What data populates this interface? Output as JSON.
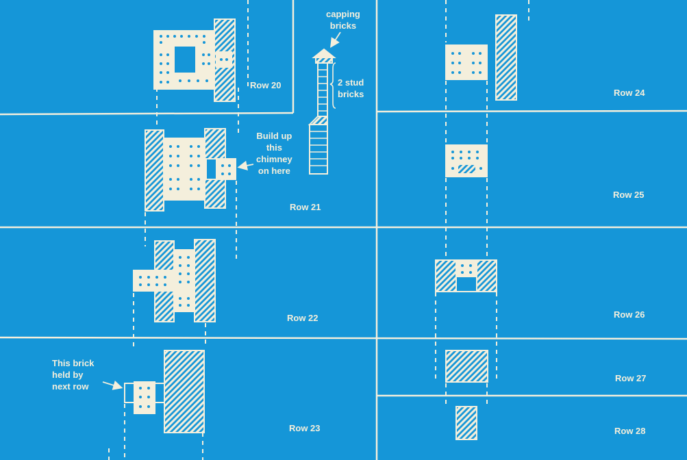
{
  "colors": {
    "background": "#1596d8",
    "line": "#f4efdc",
    "dot": "#1596d8"
  },
  "rows": [
    {
      "id": "row-20",
      "label": "Row 20"
    },
    {
      "id": "row-21",
      "label": "Row 21"
    },
    {
      "id": "row-22",
      "label": "Row 22"
    },
    {
      "id": "row-23",
      "label": "Row 23"
    },
    {
      "id": "row-24",
      "label": "Row 24"
    },
    {
      "id": "row-25",
      "label": "Row 25"
    },
    {
      "id": "row-26",
      "label": "Row 26"
    },
    {
      "id": "row-27",
      "label": "Row 27"
    },
    {
      "id": "row-28",
      "label": "Row 28"
    }
  ],
  "notes": {
    "capping_bricks": [
      "capping",
      "bricks"
    ],
    "stud_bricks": [
      "2 stud",
      "bricks"
    ],
    "build_chimney": [
      "Build up",
      "this",
      "chimney",
      "on here"
    ],
    "brick_held": [
      "This brick",
      "held by",
      "next row"
    ]
  }
}
